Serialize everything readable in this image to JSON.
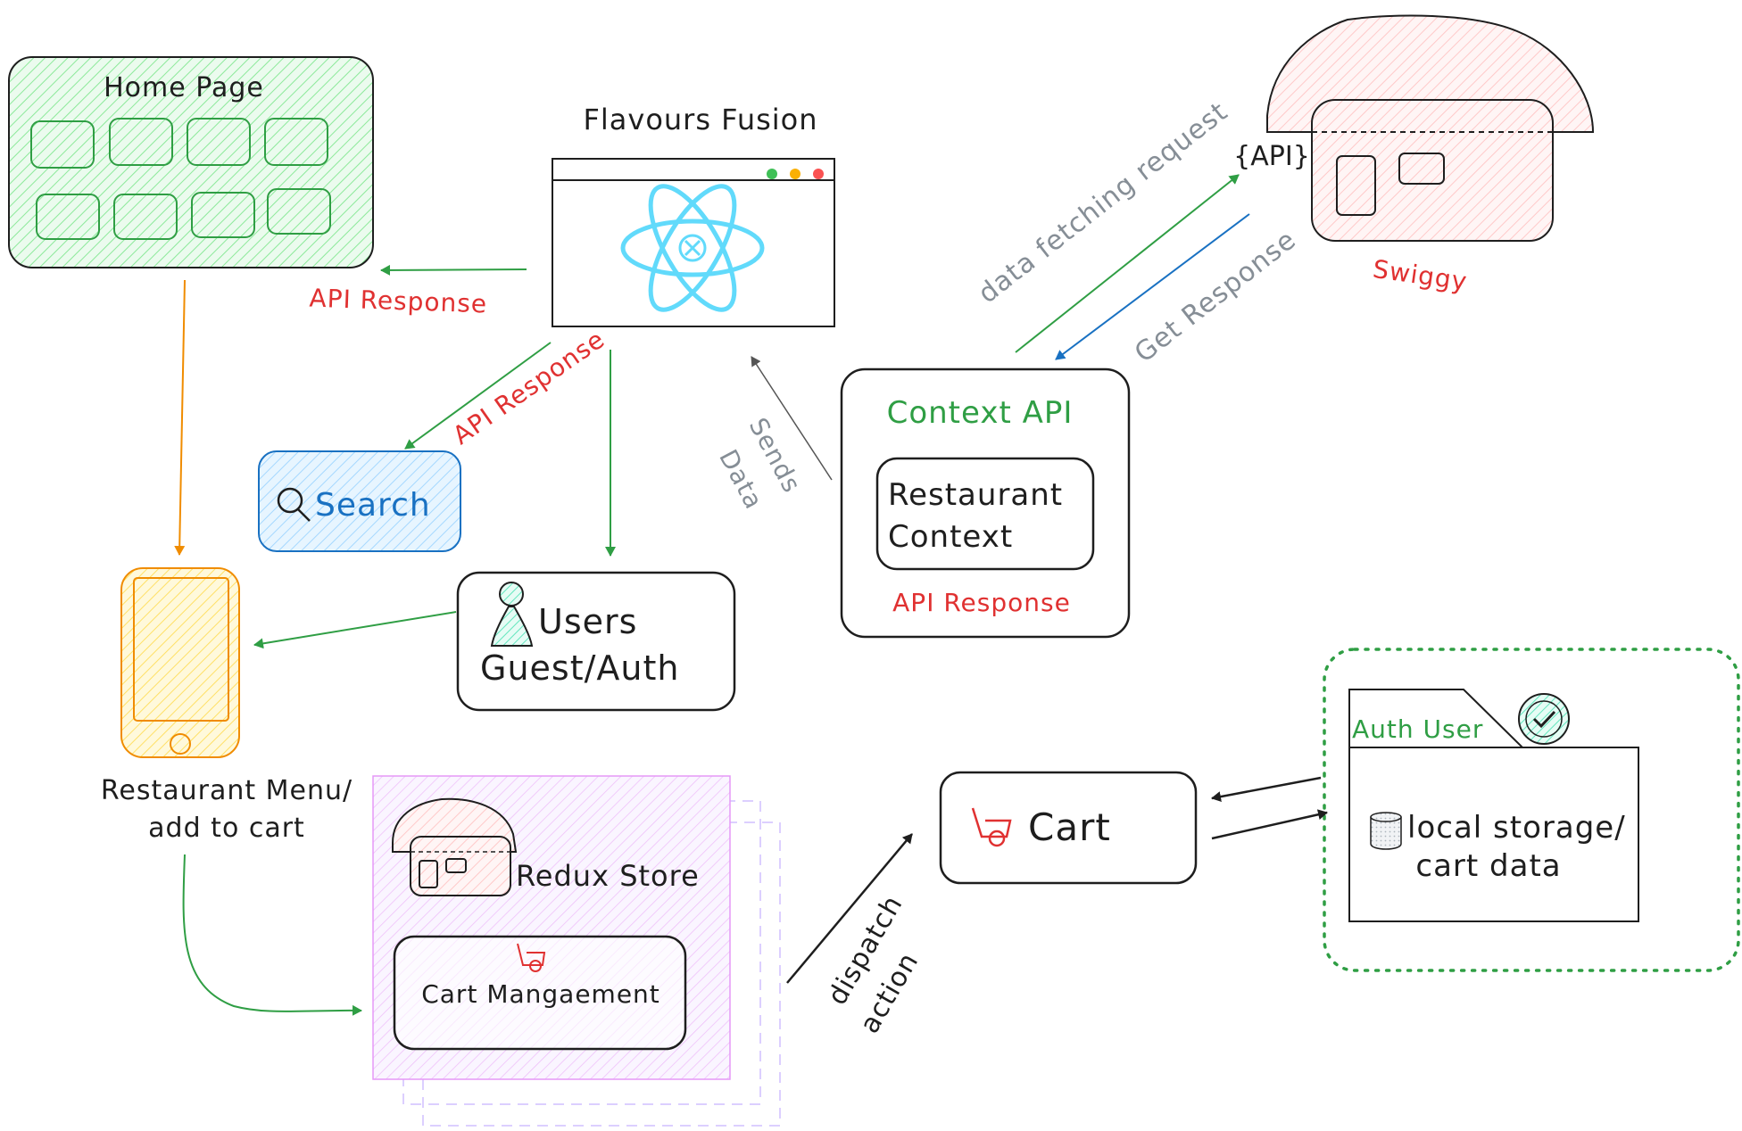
{
  "nodes": {
    "home_page": {
      "title": "Home Page"
    },
    "app": {
      "title": "Flavours Fusion"
    },
    "swiggy": {
      "label": "Swiggy",
      "api_badge": "{API}"
    },
    "search": {
      "label": "Search"
    },
    "users": {
      "line1": "Users",
      "line2": "Guest/Auth"
    },
    "context_api": {
      "title": "Context API",
      "inner_line1": "Restaurant",
      "inner_line2": "Context",
      "footer": "API Response"
    },
    "restaurant_menu": {
      "line1": "Restaurant Menu/",
      "line2": "add to cart"
    },
    "redux_store": {
      "title": "Redux Store",
      "inner": "Cart Mangaement"
    },
    "cart": {
      "label": "Cart"
    },
    "auth_user": {
      "tab": "Auth User",
      "line1": "local storage/",
      "line2": "cart data"
    }
  },
  "edges": {
    "api_response_home": "API Response",
    "api_response_search": "API Response",
    "sends_data_1": "Sends",
    "sends_data_2": "Data",
    "data_fetching": "data fetching request",
    "get_response": "Get Response",
    "dispatch_1": "dispatch",
    "dispatch_2": "action"
  },
  "colors": {
    "stroke": "#1e1e1e",
    "green": "#2f9e44",
    "red": "#e03131",
    "blue": "#1971c2",
    "orange": "#f08c00",
    "gray": "#868e96",
    "react": "#61dafb",
    "violet": "#d0bfff",
    "pink": "#e599f7"
  }
}
